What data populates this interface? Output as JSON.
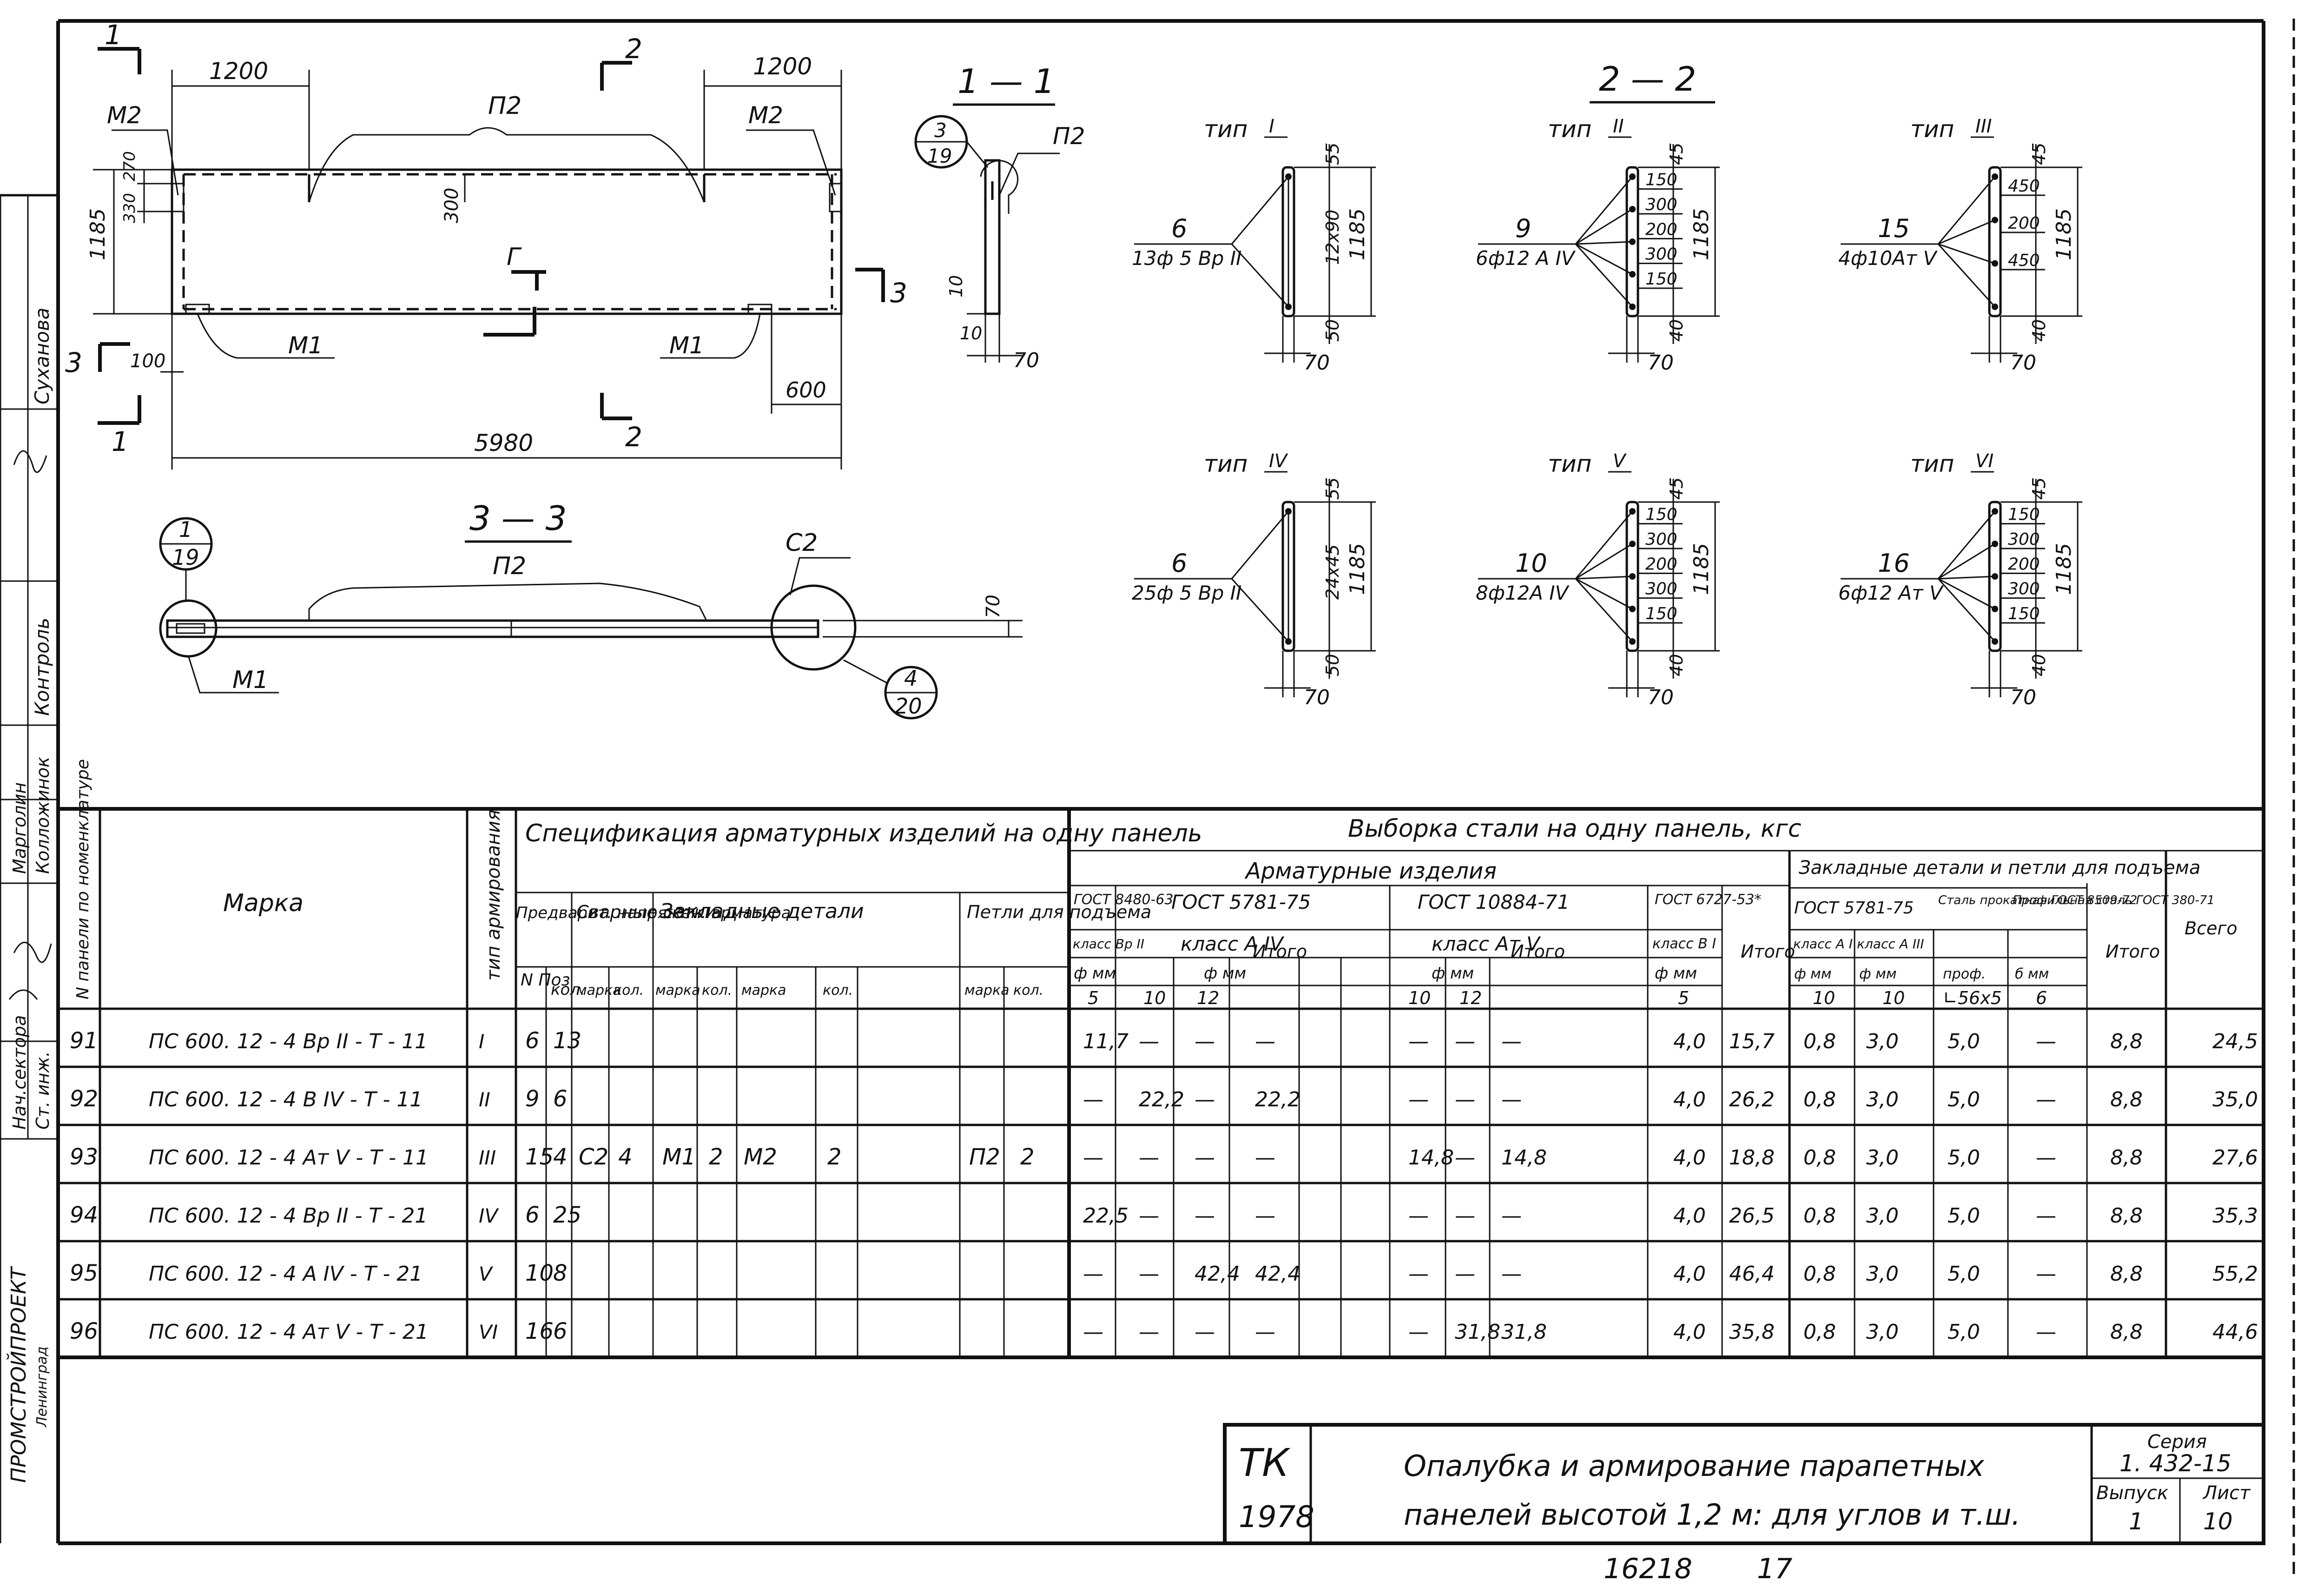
{
  "side_stamp": {
    "names": [
      "Суханова",
      "Марголин",
      "Колложинок"
    ],
    "roles": [
      "Контроль",
      "Нач.сектора",
      "Ст. инж."
    ],
    "org": "ПРОМСТРОЙПРОЕКТ",
    "city": "Ленинград"
  },
  "plan_view": {
    "dims": {
      "left_1200": "1200",
      "right_1200": "1200",
      "d300": "300",
      "d270": "270",
      "d330": "330",
      "h1185": "1185",
      "d100": "100",
      "d600": "600",
      "d5980": "5980"
    },
    "labels": {
      "p2": "П2",
      "m2_left": "М2",
      "m2_right": "М2",
      "m1_left": "М1",
      "m1_right": "М1",
      "g": "Г"
    },
    "cuts": {
      "c1_top": "1",
      "c1_bottom": "1",
      "c2_top": "2",
      "c2_bottom": "2",
      "c3_left": "3",
      "c3_right": "3"
    }
  },
  "section_1_1": {
    "title": "1 — 1",
    "ref_top": "3",
    "ref_bottom": "19",
    "label_p2": "П2",
    "d10a": "10",
    "d10b": "10",
    "d70": "70"
  },
  "section_3_3": {
    "title": "3 — 3",
    "p2": "П2",
    "c2": "С2",
    "m1": "М1",
    "d70": "70",
    "ref1_top": "1",
    "ref1_bottom": "19",
    "ref2_top": "4",
    "ref2_bottom": "20"
  },
  "section_2_2": {
    "title": "2 — 2",
    "types": [
      {
        "label": "тип",
        "roman": "I",
        "pos": "6",
        "rebar": "13ф 5 Вр II",
        "dims": [
          "55",
          "12х90",
          "50"
        ],
        "h": "1185",
        "w": "70"
      },
      {
        "label": "тип",
        "roman": "II",
        "pos": "9",
        "rebar": "6ф12 А IV",
        "dims": [
          "45",
          "150",
          "300",
          "200",
          "300",
          "150",
          "40"
        ],
        "h": "1185",
        "w": "70"
      },
      {
        "label": "тип",
        "roman": "III",
        "pos": "15",
        "rebar": "4ф10Ат V",
        "dims": [
          "45",
          "450",
          "200",
          "450",
          "40"
        ],
        "h": "1185",
        "w": "70"
      },
      {
        "label": "тип",
        "roman": "IV",
        "pos": "6",
        "rebar": "25ф 5 Вр II",
        "dims": [
          "55",
          "24х45",
          "50"
        ],
        "h": "1185",
        "w": "70"
      },
      {
        "label": "тип",
        "roman": "V",
        "pos": "10",
        "rebar": "8ф12А IV",
        "dims": [
          "45",
          "150",
          "300",
          "200",
          "300",
          "150",
          "40"
        ],
        "h": "1185",
        "w": "70"
      },
      {
        "label": "тип",
        "roman": "VI",
        "pos": "16",
        "rebar": "6ф12 Ат V",
        "dims": [
          "45",
          "150",
          "300",
          "200",
          "300",
          "150",
          "40"
        ],
        "h": "1185",
        "w": "70"
      }
    ]
  },
  "table": {
    "col_num": "N панели по номенклатуре",
    "col_mark": "Марка",
    "col_type": "тип армирования",
    "spec_title": "Спецификация арматурных изделий на одну панель",
    "spec_groups": {
      "prestressed": "Предварит. напряжен. арматура",
      "welded": "Сварные сетки",
      "embedded": "Закладные детали",
      "loops": "Петли для подъема"
    },
    "spec_sub": {
      "pos_num": "N Поз",
      "qty": "кол.",
      "mark": "марка"
    },
    "steel_title": "Выборка стали на одну панель, кгс",
    "armature_title": "Арматурные изделия",
    "embedded_title": "Закладные детали и петли для подъема",
    "gost": {
      "g8480": "ГОСТ 8480-63",
      "g5781": "ГОСТ 5781-75",
      "g10884": "ГОСТ 10884-71",
      "g6727": "ГОСТ 6727-53*",
      "g5781b": "ГОСТ 5781-75",
      "g8509": "Сталь прокатная ГОСТ 8509-72",
      "g380": "Профильная сталь ГОСТ 380-71"
    },
    "classes": {
      "bp2": "класс Вр II",
      "a4": "класс А IV",
      "at5": "класс Ат V",
      "b1": "класс В I",
      "a1": "класс А I",
      "a3": "класс А III"
    },
    "units": {
      "phi_mm": "ф мм",
      "prof": "проф.",
      "delta_mm": "б мм"
    },
    "subcols": [
      "5",
      "10",
      "12",
      "Итого",
      "10",
      "12",
      "Итого",
      "5",
      "Итого",
      "10",
      "10",
      "∟56х5",
      "6",
      "Итого",
      "Всего"
    ],
    "rows": [
      {
        "n": "91",
        "mark": "ПС 600. 12 - 4 Вр II - Т - 11",
        "type": "I",
        "pos": "6",
        "qty": "13",
        "c5": "11,7",
        "a10": "—",
        "a12": "—",
        "a_tot": "—",
        "at10": "—",
        "at12": "—",
        "at_tot": "—",
        "b5": "4,0",
        "arm_tot": "15,7",
        "e1": "0,8",
        "e2": "3,0",
        "e3": "5,0",
        "e4": "—",
        "emb_tot": "8,8",
        "all": "24,5"
      },
      {
        "n": "92",
        "mark": "ПС 600. 12 - 4 В IV - Т - 11",
        "type": "II",
        "pos": "9",
        "qty": "6",
        "c5": "—",
        "a10": "22,2",
        "a12": "—",
        "a_tot": "22,2",
        "at10": "—",
        "at12": "—",
        "at_tot": "—",
        "b5": "4,0",
        "arm_tot": "26,2",
        "e1": "0,8",
        "e2": "3,0",
        "e3": "5,0",
        "e4": "—",
        "emb_tot": "8,8",
        "all": "35,0"
      },
      {
        "n": "93",
        "mark": "ПС 600. 12 - 4 Ат V - Т - 11",
        "type": "III",
        "pos": "15",
        "qty": "4",
        "c5": "—",
        "a10": "—",
        "a12": "—",
        "a_tot": "—",
        "at10": "14,8",
        "at12": "—",
        "at_tot": "14,8",
        "b5": "4,0",
        "arm_tot": "18,8",
        "e1": "0,8",
        "e2": "3,0",
        "e3": "5,0",
        "e4": "—",
        "emb_tot": "8,8",
        "all": "27,6"
      },
      {
        "n": "94",
        "mark": "ПС 600. 12 - 4 Вр II - Т - 21",
        "type": "IV",
        "pos": "6",
        "qty": "25",
        "c5": "22,5",
        "a10": "—",
        "a12": "—",
        "a_tot": "—",
        "at10": "—",
        "at12": "—",
        "at_tot": "—",
        "b5": "4,0",
        "arm_tot": "26,5",
        "e1": "0,8",
        "e2": "3,0",
        "e3": "5,0",
        "e4": "—",
        "emb_tot": "8,8",
        "all": "35,3"
      },
      {
        "n": "95",
        "mark": "ПС 600. 12 - 4 А IV - Т - 21",
        "type": "V",
        "pos": "10",
        "qty": "8",
        "c5": "—",
        "a10": "—",
        "a12": "42,4",
        "a_tot": "42,4",
        "at10": "—",
        "at12": "—",
        "at_tot": "—",
        "b5": "4,0",
        "arm_tot": "46,4",
        "e1": "0,8",
        "e2": "3,0",
        "e3": "5,0",
        "e4": "—",
        "emb_tot": "8,8",
        "all": "55,2"
      },
      {
        "n": "96",
        "mark": "ПС 600. 12 - 4 Ат V - Т - 21",
        "type": "VI",
        "pos": "16",
        "qty": "6",
        "c5": "—",
        "a10": "—",
        "a12": "—",
        "a_tot": "—",
        "at10": "—",
        "at12": "31,8",
        "at_tot": "31,8",
        "b5": "4,0",
        "arm_tot": "35,8",
        "e1": "0,8",
        "e2": "3,0",
        "e3": "5,0",
        "e4": "—",
        "emb_tot": "8,8",
        "all": "44,6"
      }
    ],
    "merged": {
      "welded_mark": "С2",
      "welded_qty": "4",
      "emb1_mark": "М1",
      "emb1_qty": "2",
      "emb2_mark": "М2",
      "emb2_qty": "2",
      "loop_mark": "П2",
      "loop_qty": "2"
    }
  },
  "title_block": {
    "tk": "ТК",
    "year": "1978",
    "title_line1": "Опалубка и армирование парапетных",
    "title_line2": "панелей высотой 1,2 м: для углов и т.ш.",
    "series_label": "Серия",
    "series_value": "1. 432-15",
    "issue_label": "Выпуск",
    "issue_value": "1",
    "sheet_label": "Лист",
    "sheet_value": "10",
    "bottom_num1": "16218",
    "bottom_num2": "17"
  }
}
